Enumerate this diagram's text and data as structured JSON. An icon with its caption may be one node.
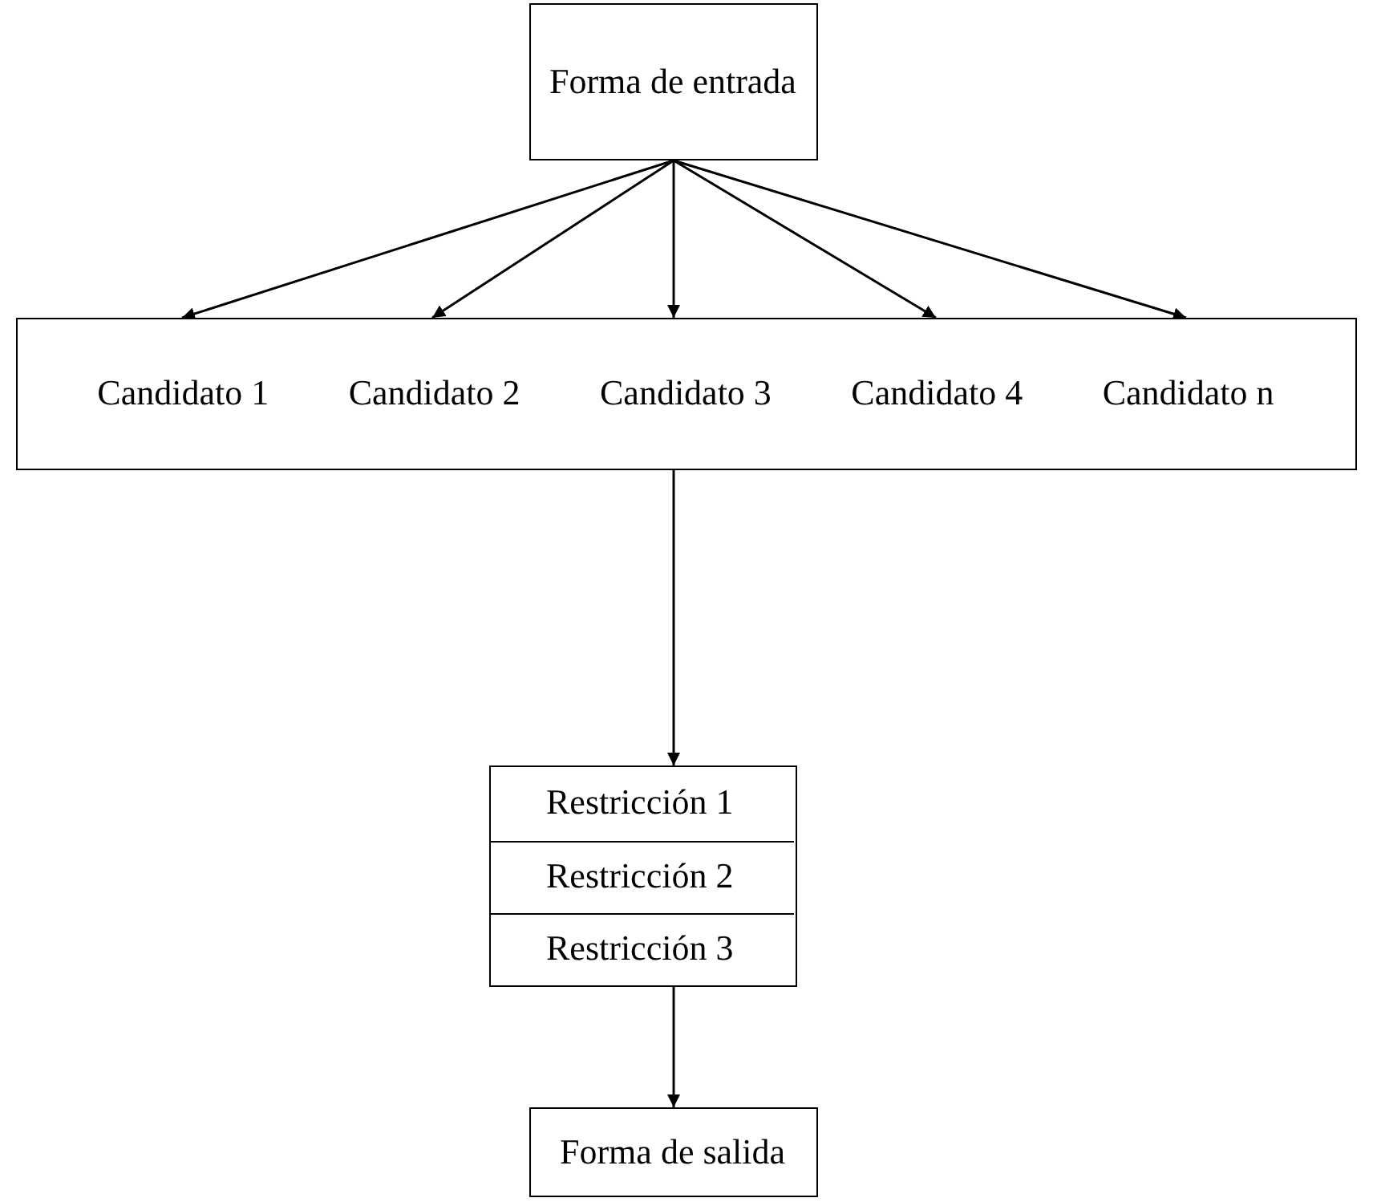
{
  "diagram": {
    "nodes": [
      {
        "text": [
          "Forma de entrada"
        ]
      },
      {
        "text": [
          "Candidato 1",
          "Candidato 2",
          "Candidato 3",
          "Candidato 4",
          "Candidato n"
        ]
      },
      {
        "text": [],
        "shape": "box"
      },
      {
        "text": [
          "Restricción 1"
        ],
        "in": 2
      },
      {
        "text": [
          "Restricción 2"
        ],
        "in": 2
      },
      {
        "text": [
          "Restricción 3"
        ],
        "in": 2
      },
      {
        "text": [
          "Forma de salida"
        ]
      }
    ],
    "edges": [
      {
        "from": 0,
        "to": 1,
        "arrow": "to"
      },
      {
        "from": 0,
        "to": 1,
        "arrow": "to"
      },
      {
        "from": 0,
        "to": 1,
        "arrow": "to"
      },
      {
        "from": 0,
        "to": 1,
        "arrow": "to"
      },
      {
        "from": 0,
        "to": 1,
        "arrow": "to"
      },
      {
        "from": 1,
        "to": 2,
        "arrow": "to"
      },
      {
        "from": 2,
        "to": 6,
        "arrow": "to"
      }
    ]
  }
}
